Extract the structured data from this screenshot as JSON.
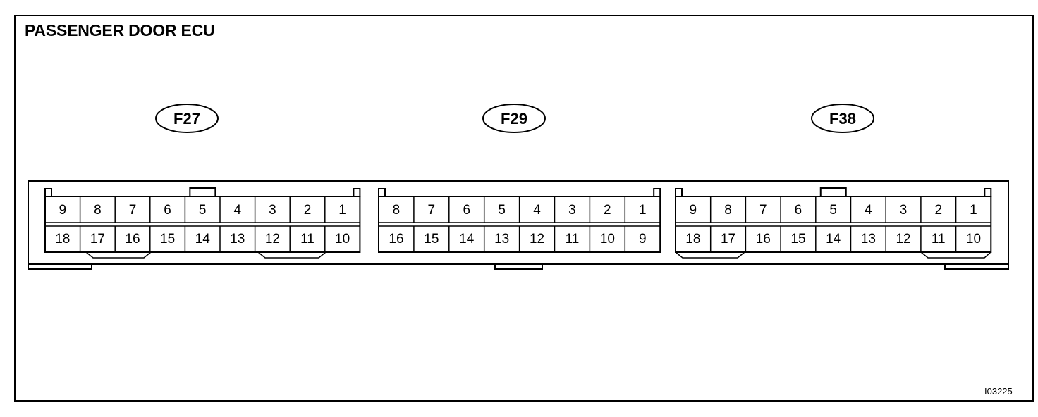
{
  "title": "PASSENGER DOOR ECU",
  "figure_id": "I03225",
  "connectors": [
    {
      "label": "F27",
      "top_row": [
        "9",
        "8",
        "7",
        "6",
        "5",
        "4",
        "3",
        "2",
        "1"
      ],
      "bottom_row": [
        "18",
        "17",
        "16",
        "15",
        "14",
        "13",
        "12",
        "11",
        "10"
      ]
    },
    {
      "label": "F29",
      "top_row": [
        "8",
        "7",
        "6",
        "5",
        "4",
        "3",
        "2",
        "1"
      ],
      "bottom_row": [
        "16",
        "15",
        "14",
        "13",
        "12",
        "11",
        "10",
        "9"
      ]
    },
    {
      "label": "F38",
      "top_row": [
        "9",
        "8",
        "7",
        "6",
        "5",
        "4",
        "3",
        "2",
        "1"
      ],
      "bottom_row": [
        "18",
        "17",
        "16",
        "15",
        "14",
        "13",
        "12",
        "11",
        "10"
      ]
    }
  ]
}
